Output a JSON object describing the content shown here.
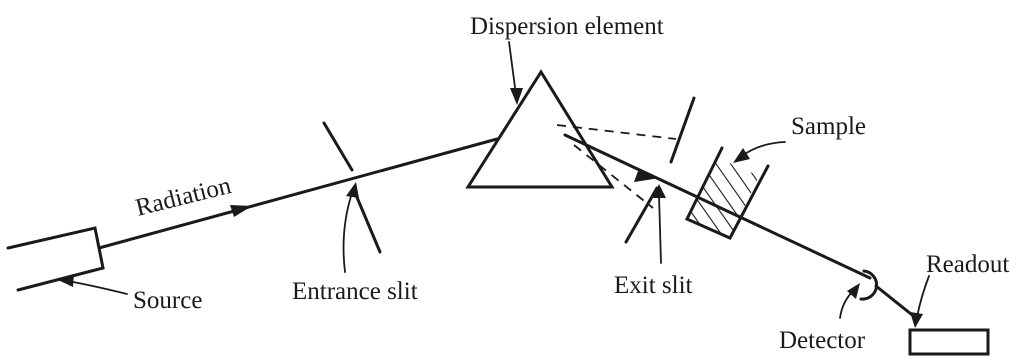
{
  "labels": {
    "dispersion_element": "Dispersion element",
    "sample": "Sample",
    "radiation": "Radiation",
    "readout": "Readout",
    "source": "Source",
    "entrance_slit": "Entrance slit",
    "exit_slit": "Exit slit",
    "detector": "Detector"
  }
}
